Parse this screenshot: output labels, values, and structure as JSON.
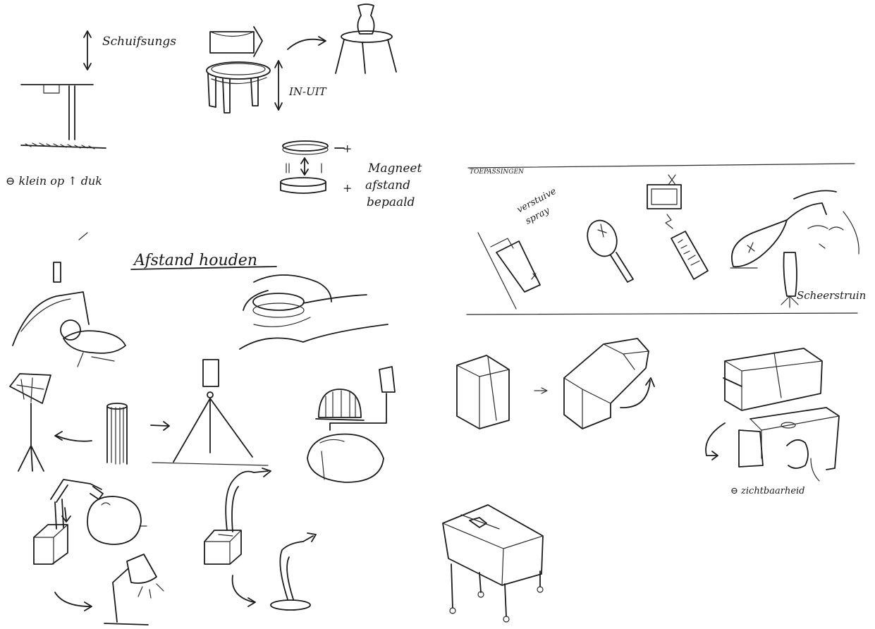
{
  "sheet": {
    "labels": {
      "slide_in": "Schuifsungs",
      "in_out": "IN-UIT",
      "plus_1": "+",
      "plus_2": "+",
      "magnet_line1": "Magneet",
      "magnet_line2": "afstand",
      "magnet_line3": "bepaald",
      "minus_note": "⊖ klein op ↑ duk",
      "keep_distance": "Afstand houden",
      "applications": "TOEPASSINGEN",
      "spray_line1": "verstuive",
      "spray_line2": "spray",
      "shaver": "Scheerstruin",
      "minus_visible": "⊖ zichtbaarheid"
    }
  }
}
